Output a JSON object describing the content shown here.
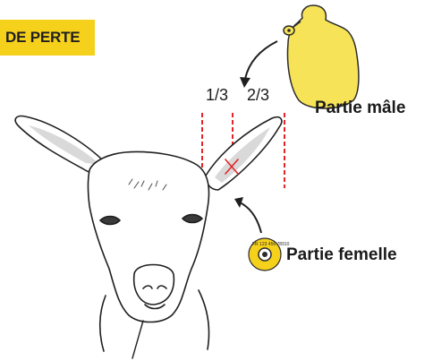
{
  "header": {
    "label": "DE PERTE"
  },
  "thirds": {
    "first": "1/3",
    "second": "2/3"
  },
  "male_part": {
    "label": "Partie mâle"
  },
  "female_part": {
    "label": "Partie femelle",
    "tag_text": "FR 123 456 78910"
  },
  "colors": {
    "accent_yellow": "#f5d11c",
    "tag_yellow": "#f7e358",
    "guide_red": "#e32428",
    "line_dark": "#1f1f1f",
    "ear_shade": "#d9d9d9"
  },
  "icons": [
    "male-tag-icon",
    "female-tag-icon",
    "goat-illustration"
  ]
}
